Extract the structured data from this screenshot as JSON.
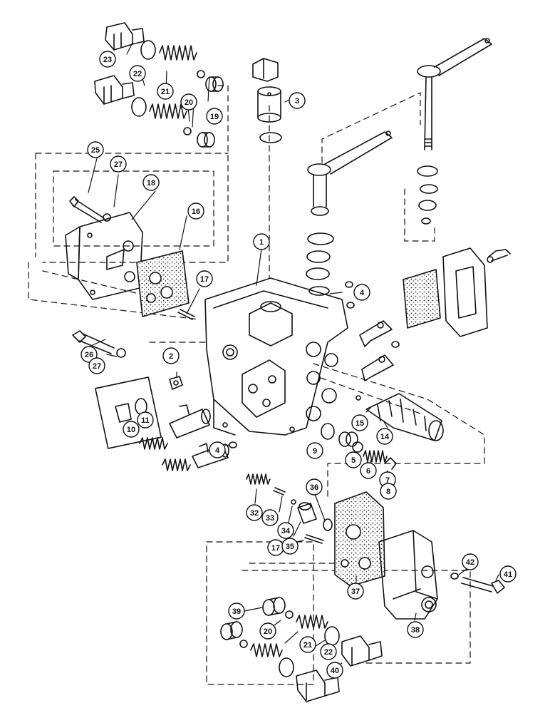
{
  "callouts": [
    {
      "id": "c1",
      "label": "1"
    },
    {
      "id": "c2",
      "label": "2"
    },
    {
      "id": "c3",
      "label": "3"
    },
    {
      "id": "c4a",
      "label": "4"
    },
    {
      "id": "c4b",
      "label": "4"
    },
    {
      "id": "c5",
      "label": "5"
    },
    {
      "id": "c6",
      "label": "6"
    },
    {
      "id": "c7",
      "label": "7"
    },
    {
      "id": "c8",
      "label": "8"
    },
    {
      "id": "c9",
      "label": "9"
    },
    {
      "id": "c10",
      "label": "10"
    },
    {
      "id": "c11",
      "label": "11"
    },
    {
      "id": "c14",
      "label": "14"
    },
    {
      "id": "c15",
      "label": "15"
    },
    {
      "id": "c16",
      "label": "16"
    },
    {
      "id": "c17a",
      "label": "17"
    },
    {
      "id": "c17b",
      "label": "17"
    },
    {
      "id": "c18",
      "label": "18"
    },
    {
      "id": "c19",
      "label": "19"
    },
    {
      "id": "c20a",
      "label": "20"
    },
    {
      "id": "c20b",
      "label": "20"
    },
    {
      "id": "c21a",
      "label": "21"
    },
    {
      "id": "c21b",
      "label": "21"
    },
    {
      "id": "c22a",
      "label": "22"
    },
    {
      "id": "c22b",
      "label": "22"
    },
    {
      "id": "c23",
      "label": "23"
    },
    {
      "id": "c25",
      "label": "25"
    },
    {
      "id": "c26",
      "label": "26"
    },
    {
      "id": "c27a",
      "label": "27"
    },
    {
      "id": "c27b",
      "label": "27"
    },
    {
      "id": "c32",
      "label": "32"
    },
    {
      "id": "c33",
      "label": "33"
    },
    {
      "id": "c34",
      "label": "34"
    },
    {
      "id": "c35",
      "label": "35"
    },
    {
      "id": "c36",
      "label": "36"
    },
    {
      "id": "c37",
      "label": "37"
    },
    {
      "id": "c38",
      "label": "38"
    },
    {
      "id": "c39",
      "label": "39"
    },
    {
      "id": "c40",
      "label": "40"
    },
    {
      "id": "c41",
      "label": "41"
    },
    {
      "id": "c42",
      "label": "42"
    }
  ]
}
